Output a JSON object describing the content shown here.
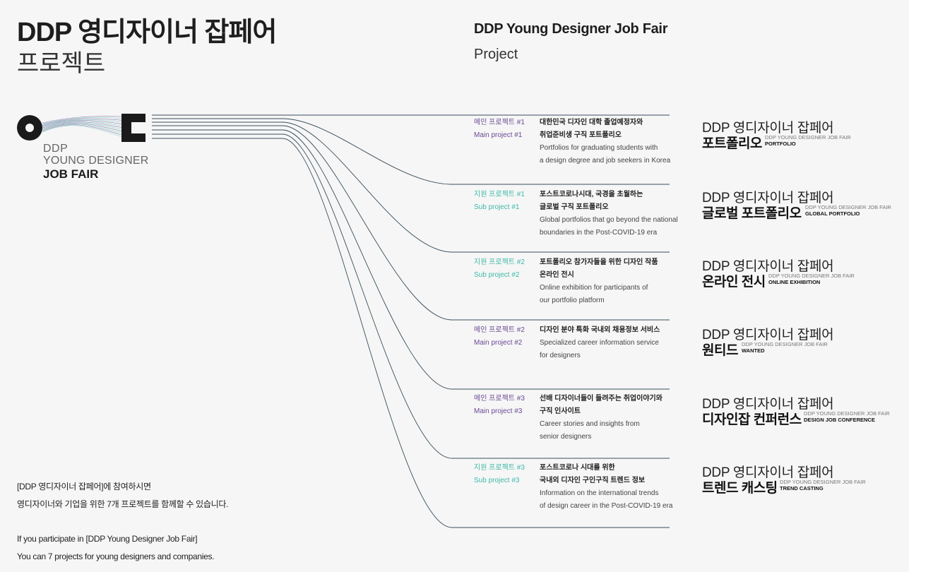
{
  "header": {
    "title_ko": "DDP 영디자이너 잡페어",
    "title_ko_sub": "프로젝트",
    "title_en": "DDP Young Designer Job Fair",
    "title_en_sub": "Project"
  },
  "logo": {
    "line1": "DDP",
    "line2": "YOUNG DESIGNER",
    "line3": "JOB FAIR"
  },
  "colors": {
    "main": "#6a4a94",
    "sub": "#3fb9a8",
    "line": "#3a4d5c",
    "background": "#f6f6f6"
  },
  "projects": [
    {
      "label_ko": "메인 프로젝트 #1",
      "label_en": "Main project #1",
      "kind": "main",
      "desc_ko": [
        "대한민국 디자인 대학 졸업예정자와",
        "취업준비생 구직 포트폴리오"
      ],
      "desc_en": [
        "Portfolios for graduating students with",
        "a design degree and job seekers in Korea"
      ],
      "brand_top": "DDP 영디자이너 잡페어",
      "brand_name": "포트폴리오",
      "brand_small_1": "DDP YOUNG DESIGNER JOB FAIR",
      "brand_small_2": "PORTFOLIO"
    },
    {
      "label_ko": "지원 프로젝트 #1",
      "label_en": "Sub project #1",
      "kind": "sub",
      "desc_ko": [
        "포스트코로나시대, 국경을 초월하는",
        "글로벌 구직 포트폴리오"
      ],
      "desc_en": [
        "Global portfolios that go beyond the national",
        "boundaries in the Post-COVID-19 era"
      ],
      "brand_top": "DDP 영디자이너 잡페어",
      "brand_name": "글로벌 포트폴리오",
      "brand_small_1": "DDP YOUNG DESIGNER JOB FAIR",
      "brand_small_2": "GLOBAL PORTFOLIO"
    },
    {
      "label_ko": "지원 프로젝트 #2",
      "label_en": "Sub project #2",
      "kind": "sub",
      "desc_ko": [
        "포트폴리오 참가자들을 위한 디자인 작품",
        "온라인 전시"
      ],
      "desc_en": [
        "Online exhibition for participants of",
        "our portfolio platform"
      ],
      "brand_top": "DDP 영디자이너 잡페어",
      "brand_name": "온라인 전시",
      "brand_small_1": "DDP YOUNG DESIGNER JOB FAIR",
      "brand_small_2": "ONLINE EXHIBITION"
    },
    {
      "label_ko": "메인 프로젝트 #2",
      "label_en": "Main project #2",
      "kind": "main",
      "desc_ko": [
        "디자인 분야 특화 국내외 채용정보 서비스"
      ],
      "desc_en": [
        "Specialized career information service",
        "for designers"
      ],
      "brand_top": "DDP 영디자이너 잡페어",
      "brand_name": "원티드",
      "brand_small_1": "DDP YOUNG DESIGNER JOB FAIR",
      "brand_small_2": "WANTED"
    },
    {
      "label_ko": "메인 프로젝트 #3",
      "label_en": "Main project #3",
      "kind": "main",
      "desc_ko": [
        "선배 디자이너들이 들려주는 취업이야기와",
        "구직 인사이트"
      ],
      "desc_en": [
        "Career stories and insights from",
        "senior designers"
      ],
      "brand_top": "DDP 영디자이너 잡페어",
      "brand_name": "디자인잡 컨퍼런스",
      "brand_small_1": "DDP YOUNG DESIGNER JOB FAIR",
      "brand_small_2": "DESIGN JOB CONFERENCE"
    },
    {
      "label_ko": "지원 프로젝트 #3",
      "label_en": "Sub project #3",
      "kind": "sub",
      "desc_ko": [
        "포스트코로나 시대를 위한",
        "국내외 디자인 구인구직 트렌드 정보"
      ],
      "desc_en": [
        "Information on the international trends",
        "of design career in the Post-COVID-19 era"
      ],
      "brand_top": "DDP 영디자이너 잡페어",
      "brand_name": "트렌드 캐스팅",
      "brand_small_1": "DDP YOUNG DESIGNER JOB FAIR",
      "brand_small_2": "TREND CASTING"
    }
  ],
  "footer": {
    "ko_line1": "[DDP 영디자이너 잡페어]에 참여하시면",
    "ko_line2": "영디자이너와 기업을 위한 7개 프로젝트를 함께할 수 있습니다.",
    "en_line1": "If you participate in [DDP Young Designer Job Fair]",
    "en_line2": "You can 7 projects for young designers and companies."
  }
}
